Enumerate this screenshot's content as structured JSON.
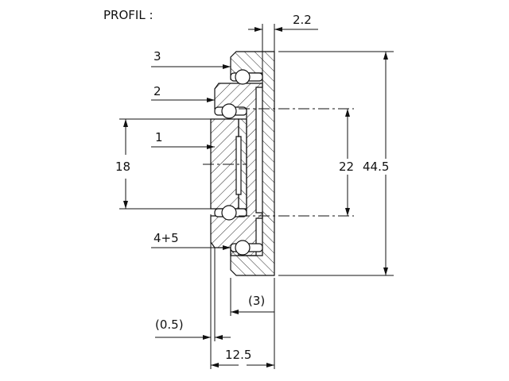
{
  "title": "PROFIL :",
  "labels": {
    "part_3": "3",
    "part_2": "2",
    "part_1": "1",
    "part_4_5": "4+5"
  },
  "dimensions": {
    "top_thickness": "2.2",
    "total_height": "44.5",
    "inner_height": "22",
    "left_height": "18",
    "offset": "(3)",
    "gap": "(0.5)",
    "total_width": "12.5"
  }
}
